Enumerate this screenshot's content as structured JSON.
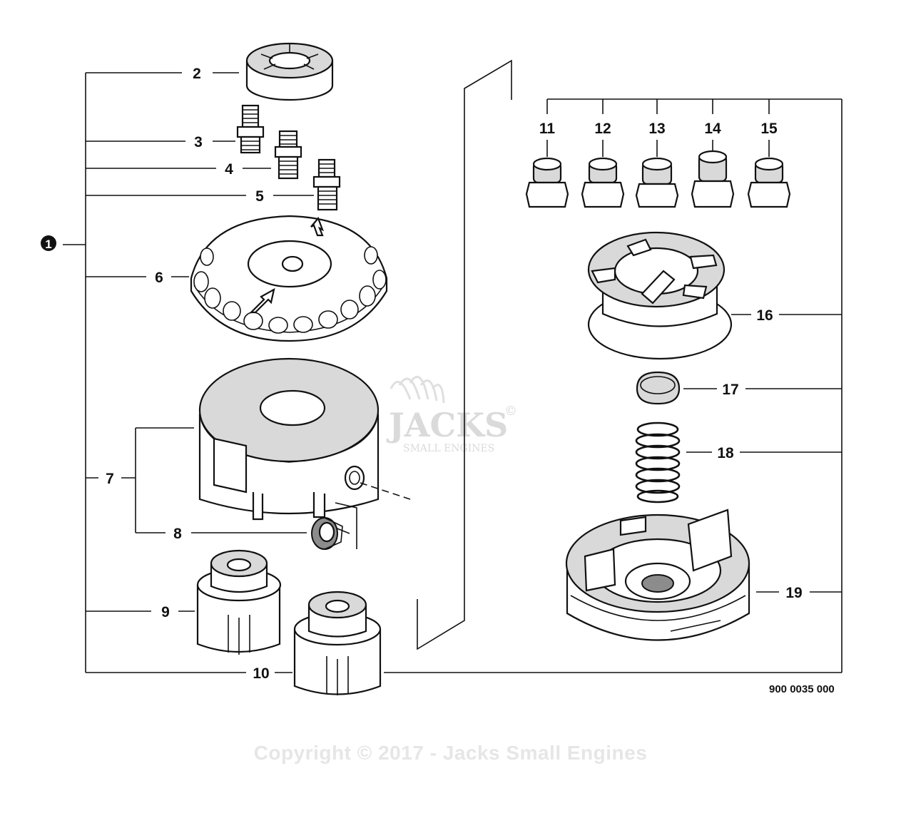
{
  "diagram": {
    "callouts": {
      "c1": "1",
      "c2": "2",
      "c3": "3",
      "c4": "4",
      "c5": "5",
      "c6": "6",
      "c7": "7",
      "c8": "8",
      "c9": "9",
      "c10": "10",
      "c11": "11",
      "c12": "12",
      "c13": "13",
      "c14": "14",
      "c15": "15",
      "c16": "16",
      "c17": "17",
      "c18": "18",
      "c19": "19"
    },
    "code": "900 0035 000"
  },
  "watermark": {
    "logo_text": "JACKS",
    "logo_sub": "SMALL ENGINES",
    "copyright": "Copyright © 2017 - Jacks Small Engines"
  }
}
